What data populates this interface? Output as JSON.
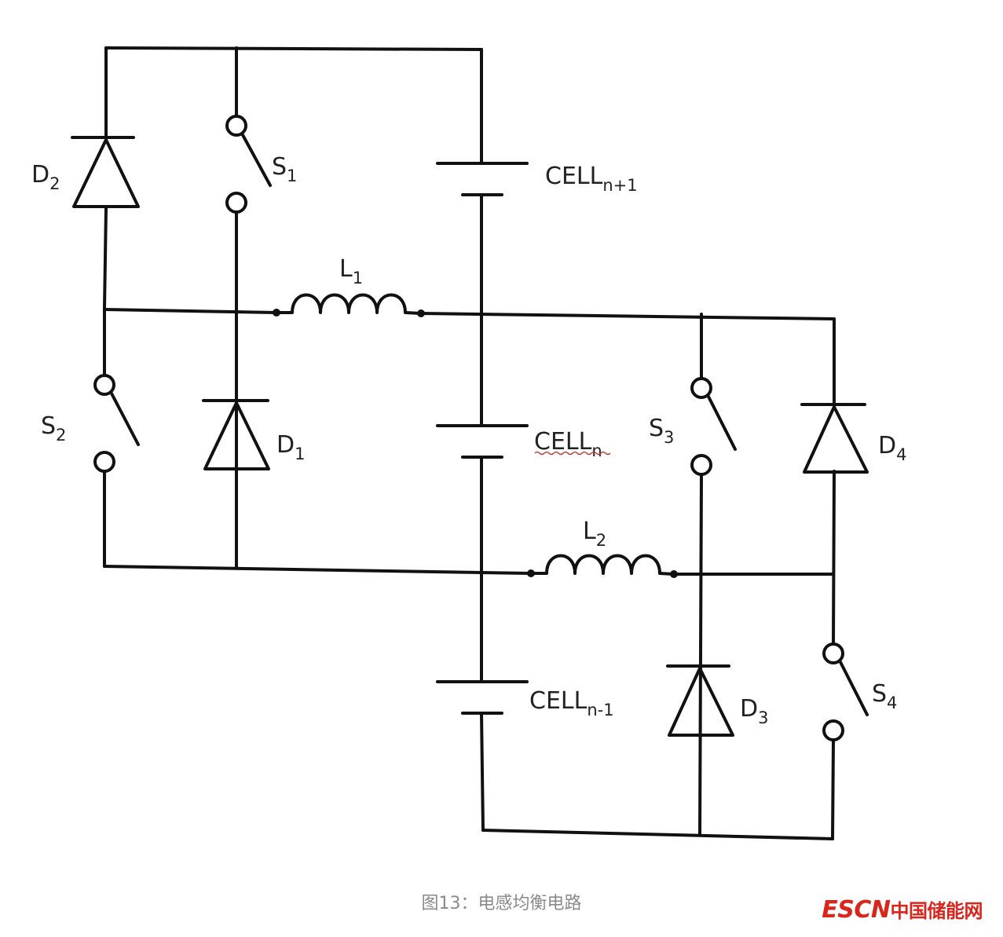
{
  "labels": {
    "D2": {
      "main": "D",
      "sub": "2"
    },
    "S1": {
      "main": "S",
      "sub": "1"
    },
    "CELLn1": {
      "main": "CELL",
      "sub": "n+1"
    },
    "L1": {
      "main": "L",
      "sub": "1"
    },
    "S2": {
      "main": "S",
      "sub": "2"
    },
    "D1": {
      "main": "D",
      "sub": "1"
    },
    "CELLn": {
      "main": "CELL",
      "sub": "n"
    },
    "S3": {
      "main": "S",
      "sub": "3"
    },
    "D4": {
      "main": "D",
      "sub": "4"
    },
    "L2": {
      "main": "L",
      "sub": "2"
    },
    "CELLnm1": {
      "main": "CELL",
      "sub": "n-1"
    },
    "D3": {
      "main": "D",
      "sub": "3"
    },
    "S4": {
      "main": "S",
      "sub": "4"
    }
  },
  "caption": "图13：电感均衡电路",
  "logo": {
    "en": "ESCN",
    "cn": "中国储能网"
  },
  "colors": {
    "line": "#111111",
    "caption": "#8a8a8a",
    "logo": "#d9261c"
  }
}
